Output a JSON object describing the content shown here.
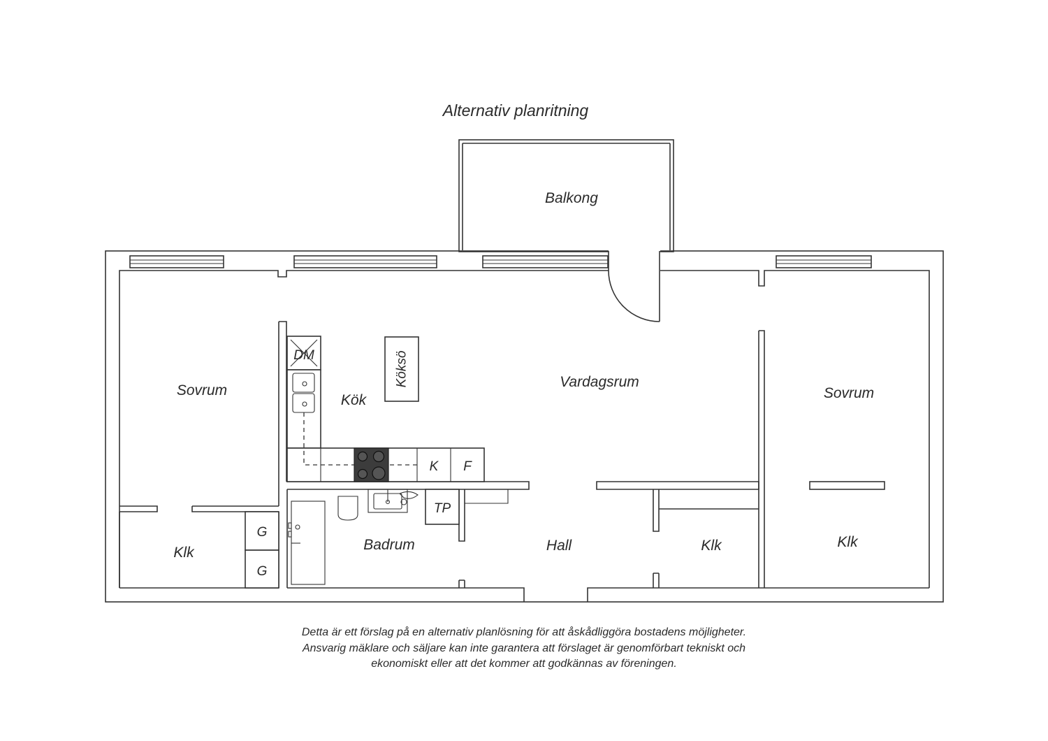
{
  "title": "Alternativ planritning",
  "rooms": {
    "balkong": "Balkong",
    "sovrum_left": "Sovrum",
    "kok": "Kök",
    "vardagsrum": "Vardagsrum",
    "sovrum_right": "Sovrum",
    "klk_left": "Klk",
    "badrum": "Badrum",
    "hall": "Hall",
    "klk_mid": "Klk",
    "klk_right": "Klk"
  },
  "fixtures": {
    "dm": "DM",
    "kokso": "Köksö",
    "k": "K",
    "f": "F",
    "tp": "TP",
    "g1": "G",
    "g2": "G"
  },
  "disclaimer": {
    "line1": "Detta är ett förslag på en alternativ planlösning för att åskådliggöra bostadens möjligheter.",
    "line2": "Ansvarig mäklare och säljare kan inte garantera att förslaget är genomförbart tekniskt och",
    "line3": "ekonomiskt eller att det kommer att godkännas av föreningen."
  }
}
